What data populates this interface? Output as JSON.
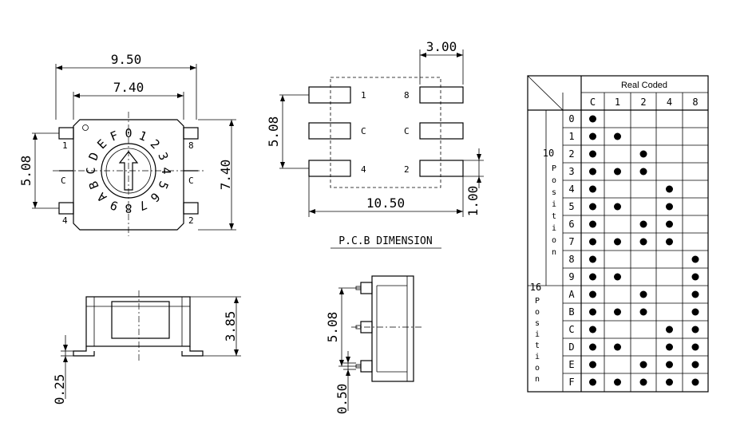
{
  "top_view": {
    "dim_overall_width": "9.50",
    "dim_body_width": "7.40",
    "dim_body_height": "7.40",
    "dim_pin_span": "5.08",
    "pin_labels": {
      "tl": "1",
      "tr": "8",
      "ml": "C",
      "mr": "C",
      "bl": "4",
      "br": "2"
    },
    "dial_marks": [
      "0",
      "1",
      "2",
      "3",
      "4",
      "5",
      "6",
      "7",
      "8",
      "9",
      "A",
      "B",
      "C",
      "D",
      "E",
      "F"
    ]
  },
  "pcb_view": {
    "dim_pad_width": "3.00",
    "dim_pin_span": "5.08",
    "dim_overall": "10.50",
    "dim_pad_height": "1.00",
    "pad_labels": {
      "tl": "1",
      "tr": "8",
      "ml": "C",
      "mr": "C",
      "bl": "4",
      "br": "2"
    },
    "caption": "P.C.B DIMENSION"
  },
  "front_view": {
    "dim_height": "3.85",
    "dim_thickness": "0.25"
  },
  "side_view": {
    "dim_pin_span": "5.08",
    "dim_lead": "0.50"
  },
  "code_table": {
    "header": "Real Coded",
    "columns": [
      "C",
      "1",
      "2",
      "4",
      "8"
    ],
    "group_10_count": "10",
    "group_16_count": "16",
    "group_word": [
      "P",
      "o",
      "s",
      "i",
      "t",
      "i",
      "o",
      "n"
    ],
    "rows": [
      {
        "pos": "0",
        "bits": [
          1,
          0,
          0,
          0,
          0
        ]
      },
      {
        "pos": "1",
        "bits": [
          1,
          1,
          0,
          0,
          0
        ]
      },
      {
        "pos": "2",
        "bits": [
          1,
          0,
          1,
          0,
          0
        ]
      },
      {
        "pos": "3",
        "bits": [
          1,
          1,
          1,
          0,
          0
        ]
      },
      {
        "pos": "4",
        "bits": [
          1,
          0,
          0,
          1,
          0
        ]
      },
      {
        "pos": "5",
        "bits": [
          1,
          1,
          0,
          1,
          0
        ]
      },
      {
        "pos": "6",
        "bits": [
          1,
          0,
          1,
          1,
          0
        ]
      },
      {
        "pos": "7",
        "bits": [
          1,
          1,
          1,
          1,
          0
        ]
      },
      {
        "pos": "8",
        "bits": [
          1,
          0,
          0,
          0,
          1
        ]
      },
      {
        "pos": "9",
        "bits": [
          1,
          1,
          0,
          0,
          1
        ]
      },
      {
        "pos": "A",
        "bits": [
          1,
          0,
          1,
          0,
          1
        ]
      },
      {
        "pos": "B",
        "bits": [
          1,
          1,
          1,
          0,
          1
        ]
      },
      {
        "pos": "C",
        "bits": [
          1,
          0,
          0,
          1,
          1
        ]
      },
      {
        "pos": "D",
        "bits": [
          1,
          1,
          0,
          1,
          1
        ]
      },
      {
        "pos": "E",
        "bits": [
          1,
          0,
          1,
          1,
          1
        ]
      },
      {
        "pos": "F",
        "bits": [
          1,
          1,
          1,
          1,
          1
        ]
      }
    ]
  }
}
